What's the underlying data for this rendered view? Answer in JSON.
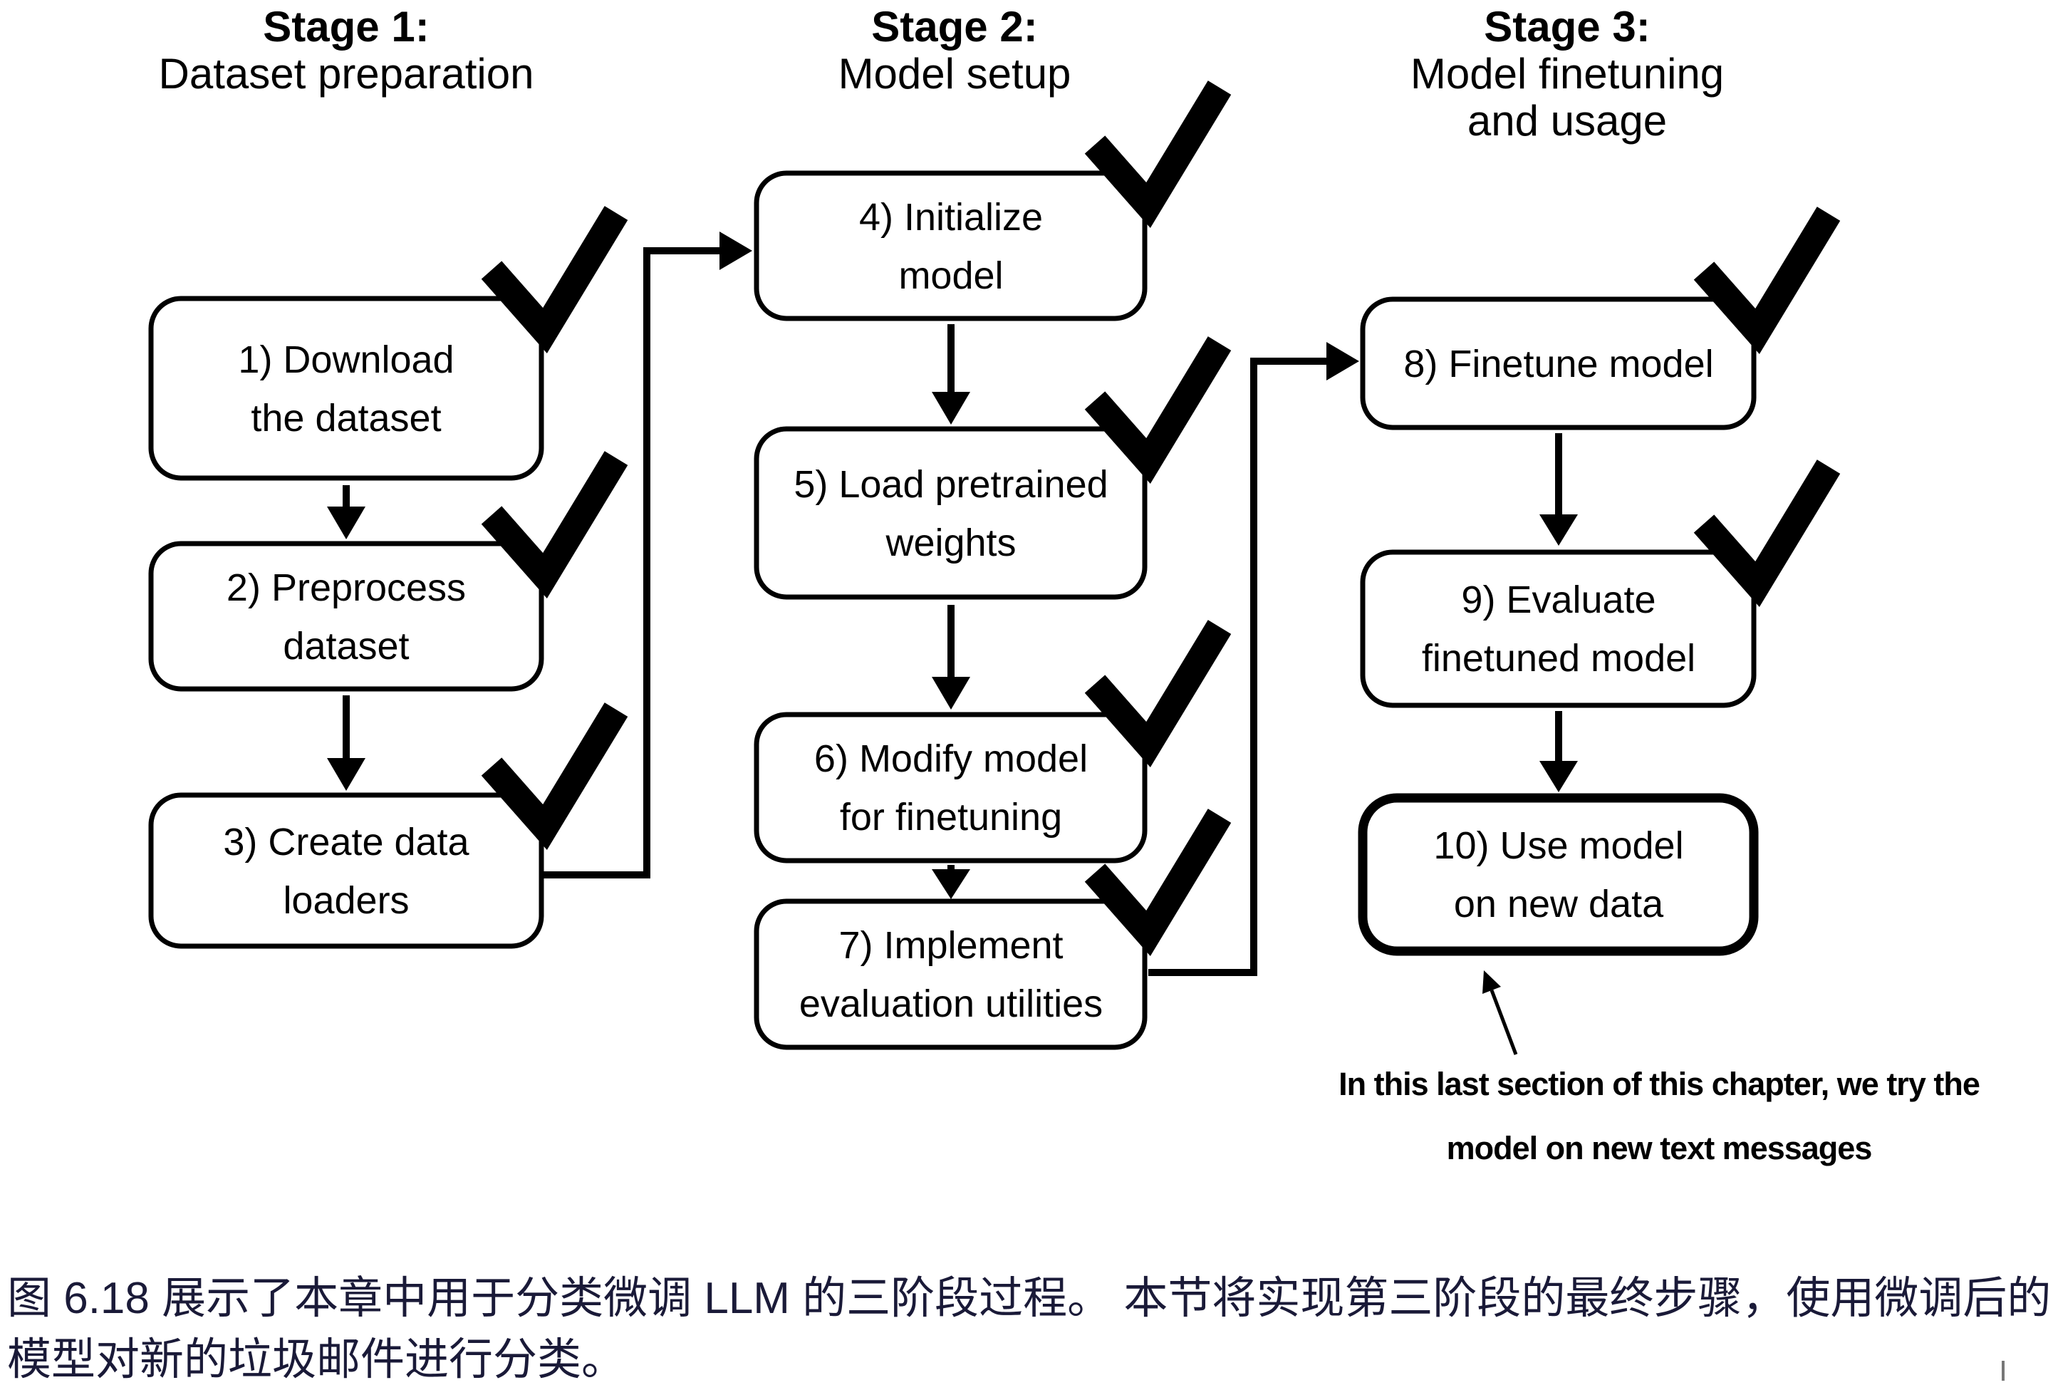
{
  "figure": {
    "stages": [
      {
        "title": "Stage 1:",
        "subtitle_line1": "Dataset preparation",
        "subtitle_line2": ""
      },
      {
        "title": "Stage 2:",
        "subtitle_line1": "Model setup",
        "subtitle_line2": ""
      },
      {
        "title": "Stage 3:",
        "subtitle_line1": "Model finetuning",
        "subtitle_line2": "and usage"
      }
    ],
    "steps": [
      {
        "line1": "1) Download",
        "line2": "the dataset",
        "checked": true,
        "highlighted": false
      },
      {
        "line1": "2) Preprocess",
        "line2": "dataset",
        "checked": true,
        "highlighted": false
      },
      {
        "line1": "3) Create data",
        "line2": "loaders",
        "checked": true,
        "highlighted": false
      },
      {
        "line1": "4) Initialize",
        "line2": "model",
        "checked": true,
        "highlighted": false
      },
      {
        "line1": "5) Load pretrained",
        "line2": "weights",
        "checked": true,
        "highlighted": false
      },
      {
        "line1": "6) Modify model",
        "line2": "for finetuning",
        "checked": true,
        "highlighted": false
      },
      {
        "line1": "7) Implement",
        "line2": "evaluation utilities",
        "checked": true,
        "highlighted": false
      },
      {
        "line1": "8) Finetune model",
        "line2": "",
        "checked": true,
        "highlighted": false
      },
      {
        "line1": "9) Evaluate",
        "line2": "finetuned model",
        "checked": true,
        "highlighted": false
      },
      {
        "line1": "10) Use model",
        "line2": "on new data",
        "checked": false,
        "highlighted": true
      }
    ],
    "annotation": {
      "line1": "In this last section of this chapter, we try the",
      "line2": "model on new text messages"
    }
  },
  "caption": {
    "line1": "图 6.18 展示了本章中用于分类微调 LLM 的三阶段过程。 本节将实现第三阶段的最终步骤，使用微调后的",
    "line2": "模型对新的垃圾邮件进行分类。"
  },
  "colors": {
    "diagram_line": "#000000",
    "highlight_fill": "#c9ddf1",
    "caption_text": "#1a1a38"
  }
}
